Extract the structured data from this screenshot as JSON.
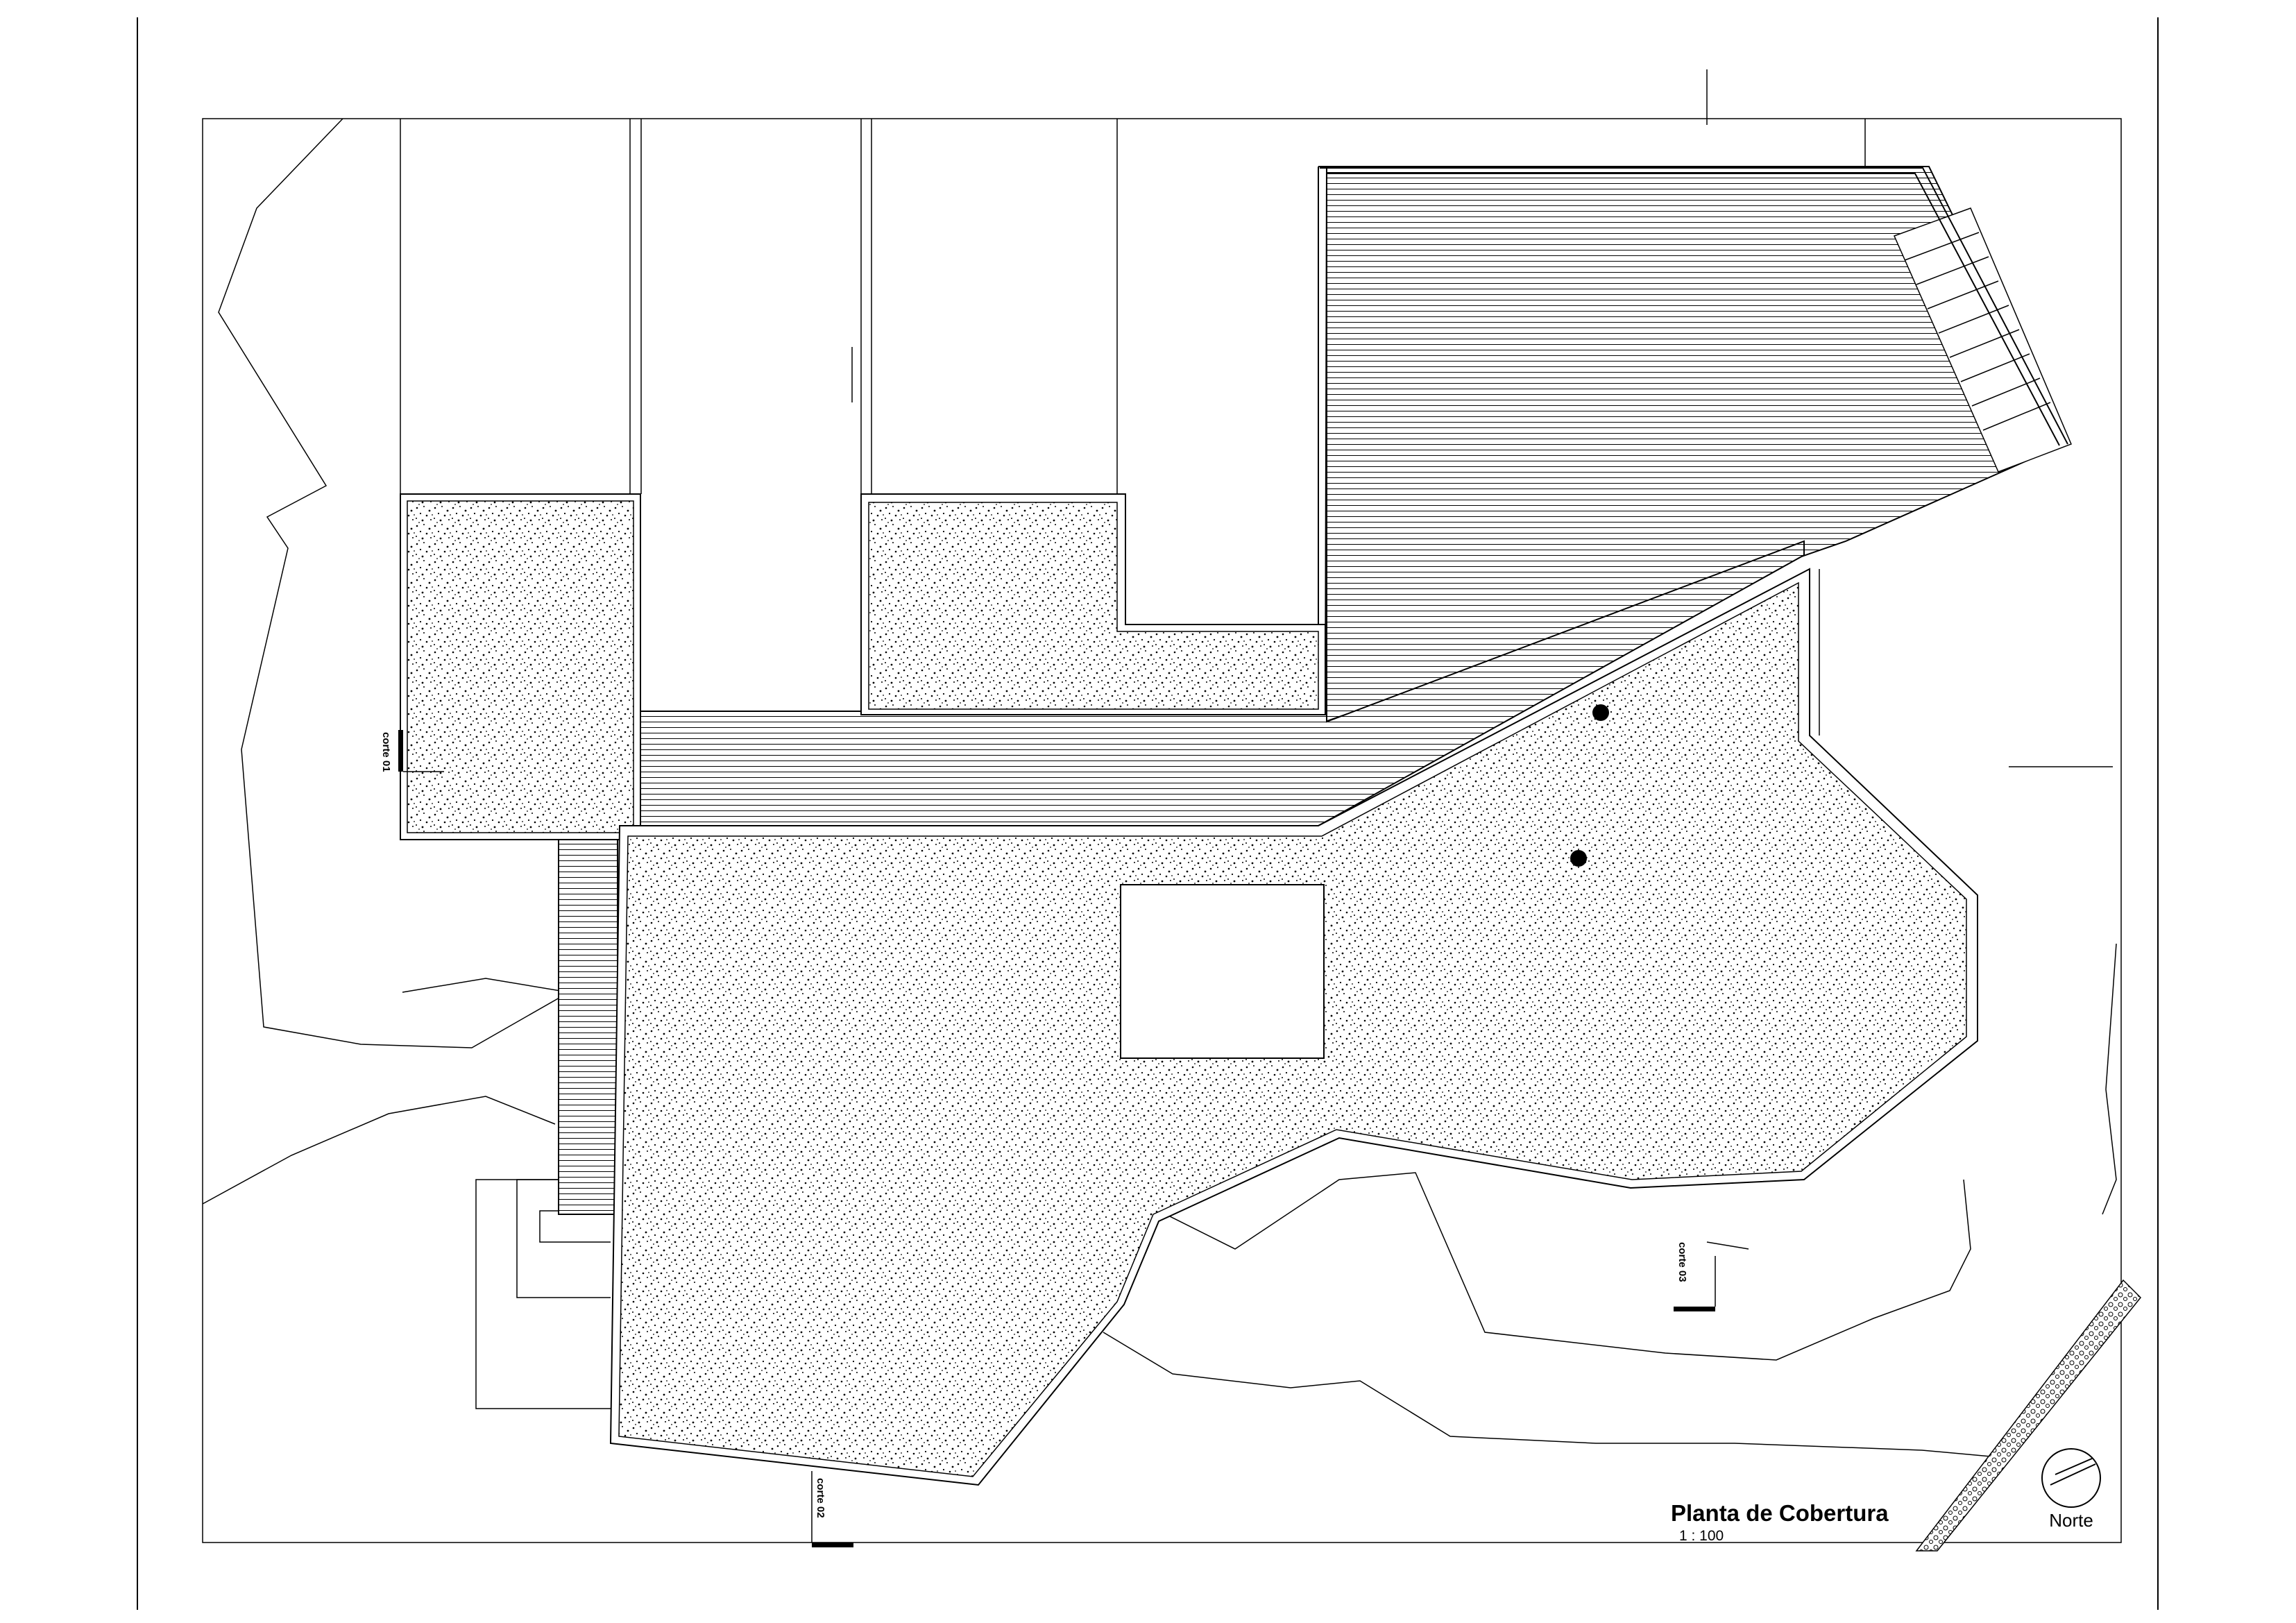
{
  "drawing": {
    "title": "Planta de Cobertura",
    "scale": "1 : 100",
    "north_label": "Norte"
  },
  "section_cuts": [
    {
      "label": "corte 01"
    },
    {
      "label": "corte 02"
    },
    {
      "label": "corte 03"
    }
  ],
  "colors": {
    "line": "#000000",
    "background": "#ffffff"
  }
}
